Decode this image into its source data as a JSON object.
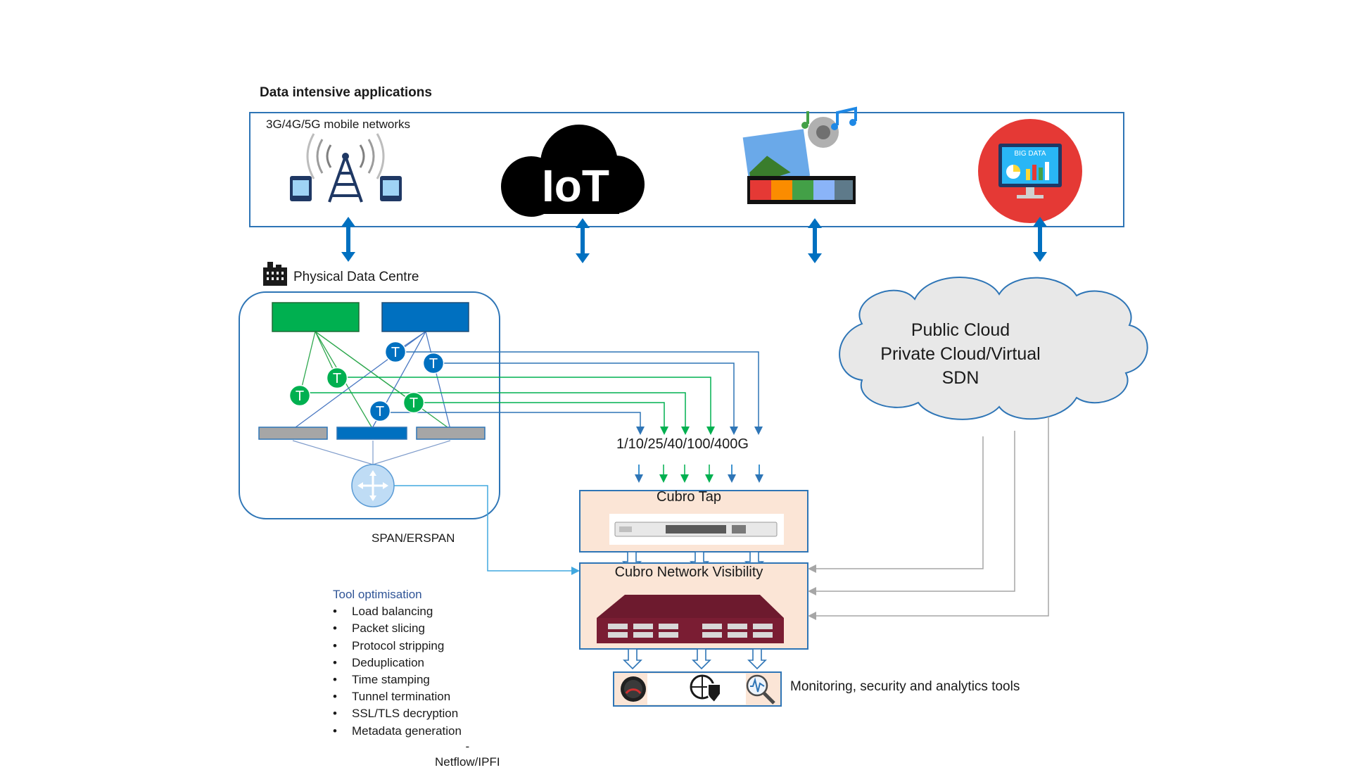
{
  "title": "Data intensive applications",
  "apps": {
    "mobile_label": "3G/4G/5G mobile networks",
    "iot_label": "IoT",
    "bigdata_label": "BIG DATA",
    "icons": [
      "cell-tower-icon",
      "iot-cloud-icon",
      "multimedia-icon",
      "big-data-icon"
    ]
  },
  "datacentre": {
    "label": "Physical Data Centre",
    "tap_letter": "T"
  },
  "cloud": {
    "line1": "Public Cloud",
    "line2": "Private Cloud/Virtual",
    "line3": "SDN"
  },
  "speed_label": "1/10/25/40/100/400G",
  "span_label": "SPAN/ERSPAN",
  "cubro_tap": {
    "label": "Cubro Tap"
  },
  "cubro_visibility": {
    "label": "Cubro Network Visibility"
  },
  "tools_label": "Monitoring, security and analytics tools",
  "tool_optimisation": {
    "heading": "Tool optimisation",
    "items": [
      "Load balancing",
      "Packet slicing",
      "Protocol stripping",
      "Deduplication",
      "Time stamping",
      "Tunnel termination",
      "SSL/TLS decryption",
      "Metadata generation"
    ],
    "dash": "-",
    "cut_off": "Netflow/IPFI"
  },
  "colors": {
    "blue": "#0070c0",
    "green": "#00b050",
    "frame": "#2e75b6",
    "peach": "#fbe5d6",
    "accent_red": "#e53935"
  }
}
